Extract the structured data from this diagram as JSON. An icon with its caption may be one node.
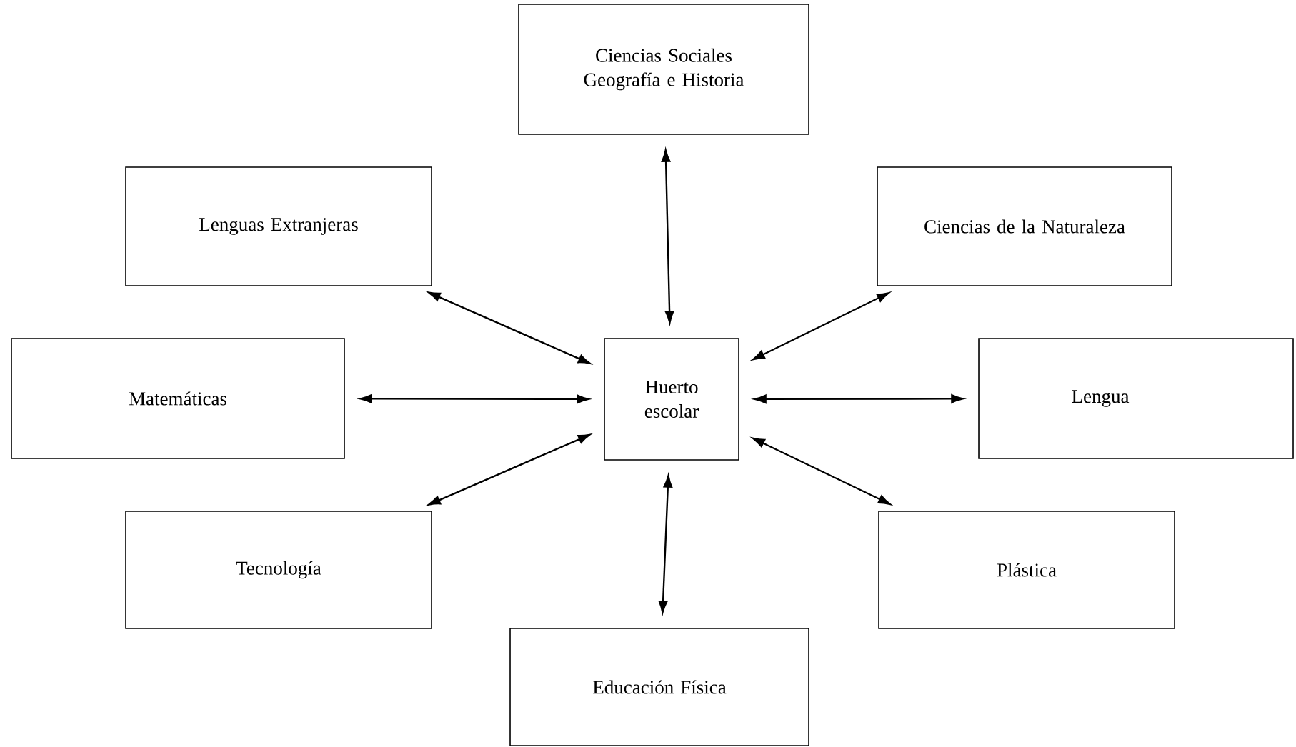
{
  "diagram": {
    "nodes": [
      {
        "text": [
          "Ciencias Sociales Geografía e Historia"
        ]
      },
      {
        "text": [
          "Lenguas Extranjeras"
        ]
      },
      {
        "text": [
          "Ciencias de la Naturaleza"
        ]
      },
      {
        "text": [
          "Matemáticas"
        ]
      },
      {
        "text": [
          "Huerto escolar"
        ]
      },
      {
        "text": [
          "Lengua"
        ]
      },
      {
        "text": [
          "Tecnología"
        ]
      },
      {
        "text": [
          "Plástica"
        ]
      },
      {
        "text": [
          "Educación Física"
        ]
      }
    ],
    "edges": [
      {
        "from": 4,
        "to": 0,
        "arrow": "both"
      },
      {
        "from": 4,
        "to": 1,
        "arrow": "both"
      },
      {
        "from": 4,
        "to": 2,
        "arrow": "both"
      },
      {
        "from": 4,
        "to": 3,
        "arrow": "both"
      },
      {
        "from": 4,
        "to": 5,
        "arrow": "both"
      },
      {
        "from": 4,
        "to": 6,
        "arrow": "both"
      },
      {
        "from": 4,
        "to": 7,
        "arrow": "both"
      },
      {
        "from": 4,
        "to": 8,
        "arrow": "both"
      }
    ]
  }
}
